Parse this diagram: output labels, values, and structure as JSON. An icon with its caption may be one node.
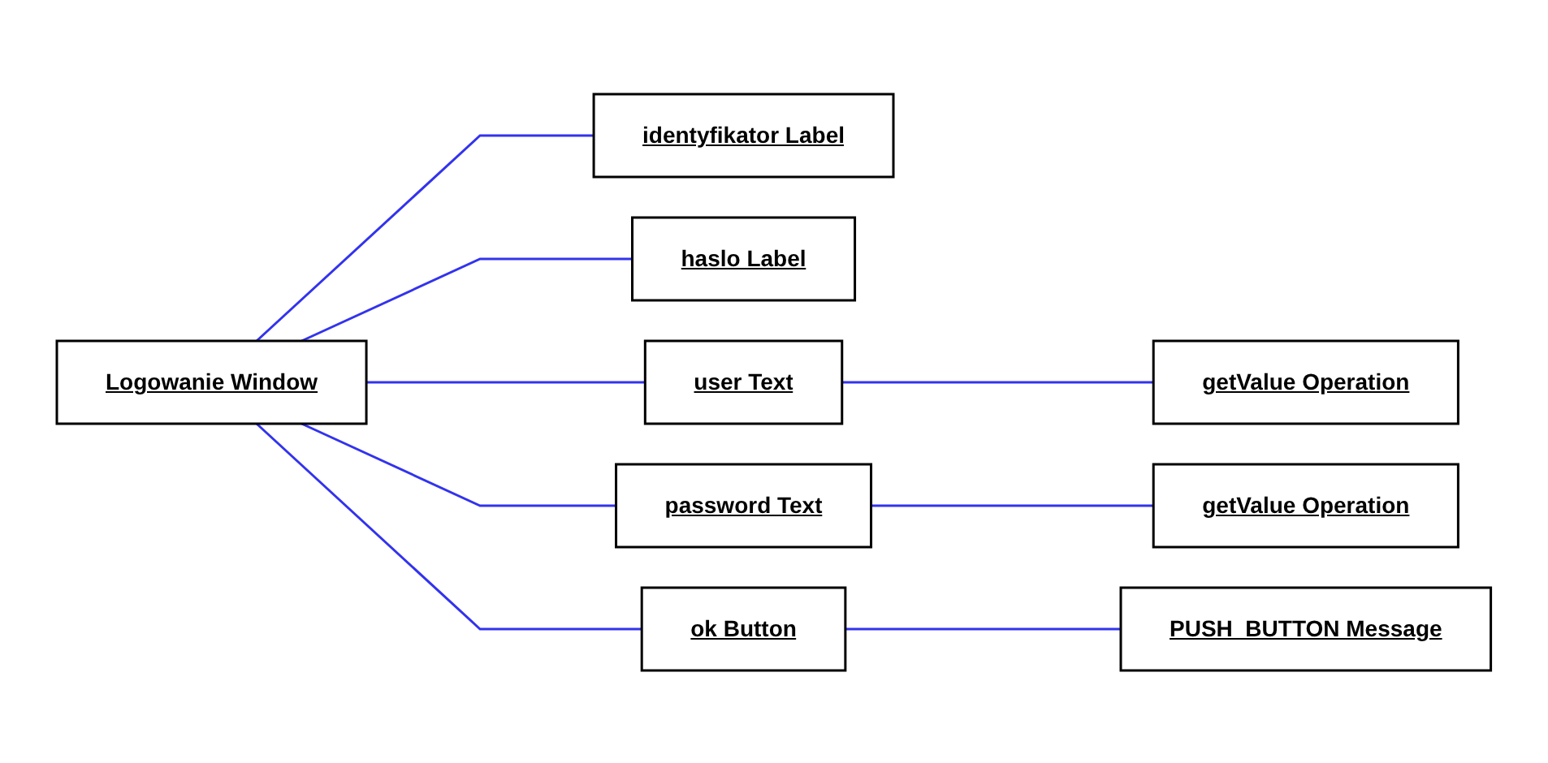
{
  "diagram": {
    "nodes": [
      {
        "text": [
          "Logowanie Window"
        ]
      },
      {
        "text": [
          "identyfikator Label"
        ]
      },
      {
        "text": [
          "haslo Label"
        ]
      },
      {
        "text": [
          "user Text"
        ]
      },
      {
        "text": [
          "password Text"
        ]
      },
      {
        "text": [
          "ok Button"
        ]
      },
      {
        "text": [
          "getValue Operation"
        ]
      },
      {
        "text": [
          "getValue Operation"
        ]
      },
      {
        "text": [
          "PUSH_BUTTON Message"
        ]
      }
    ],
    "edges": [
      {
        "from": 0,
        "to": 1,
        "arrow": "none"
      },
      {
        "from": 0,
        "to": 2,
        "arrow": "none"
      },
      {
        "from": 0,
        "to": 3,
        "arrow": "none"
      },
      {
        "from": 0,
        "to": 4,
        "arrow": "none"
      },
      {
        "from": 0,
        "to": 5,
        "arrow": "none"
      },
      {
        "from": 3,
        "to": 6,
        "arrow": "none"
      },
      {
        "from": 4,
        "to": 7,
        "arrow": "none"
      },
      {
        "from": 5,
        "to": 8,
        "arrow": "none"
      }
    ]
  }
}
